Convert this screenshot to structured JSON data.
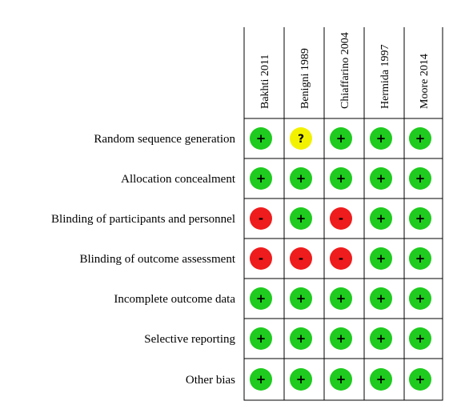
{
  "chart_data": {
    "type": "table",
    "studies": [
      "Bakhti 2011",
      "Benigni 1989",
      "Chiaffarino 2004",
      "Hermida 1997",
      "Moore 2014"
    ],
    "domains": [
      "Random sequence generation",
      "Allocation concealment",
      "Blinding of participants and personnel",
      "Blinding of outcome assessment",
      "Incomplete outcome data",
      "Selective reporting",
      "Other bias"
    ],
    "judgements": [
      [
        "low",
        "unclear",
        "low",
        "low",
        "low"
      ],
      [
        "low",
        "low",
        "low",
        "low",
        "low"
      ],
      [
        "high",
        "low",
        "high",
        "low",
        "low"
      ],
      [
        "high",
        "high",
        "high",
        "low",
        "low"
      ],
      [
        "low",
        "low",
        "low",
        "low",
        "low"
      ],
      [
        "low",
        "low",
        "low",
        "low",
        "low"
      ],
      [
        "low",
        "low",
        "low",
        "low",
        "low"
      ]
    ],
    "legend": {
      "low": {
        "symbol": "+",
        "color": "#1ecb1e"
      },
      "unclear": {
        "symbol": "?",
        "color": "#f2f200"
      },
      "high": {
        "symbol": "-",
        "color": "#ee1c1c"
      }
    }
  }
}
